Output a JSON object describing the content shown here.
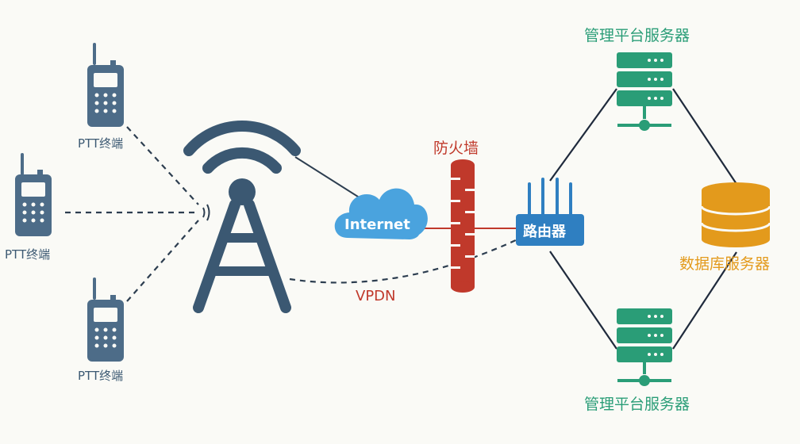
{
  "ptt_label": "PTT终端",
  "cloud_label": "Internet",
  "firewall_label": "防火墙",
  "router_label": "路由器",
  "vpdn_label": "VPDN",
  "mgmt_server_label": "管理平台服务器",
  "db_server_label": "数据库服务器",
  "colors": {
    "tower": "#3b5872",
    "terminal": "#4d6c88",
    "cloud": "#4aa3de",
    "firewall": "#c0392b",
    "router": "#2f7fc1",
    "server": "#2a9d77",
    "database": "#e39a1c",
    "red_text": "#c0392b"
  }
}
